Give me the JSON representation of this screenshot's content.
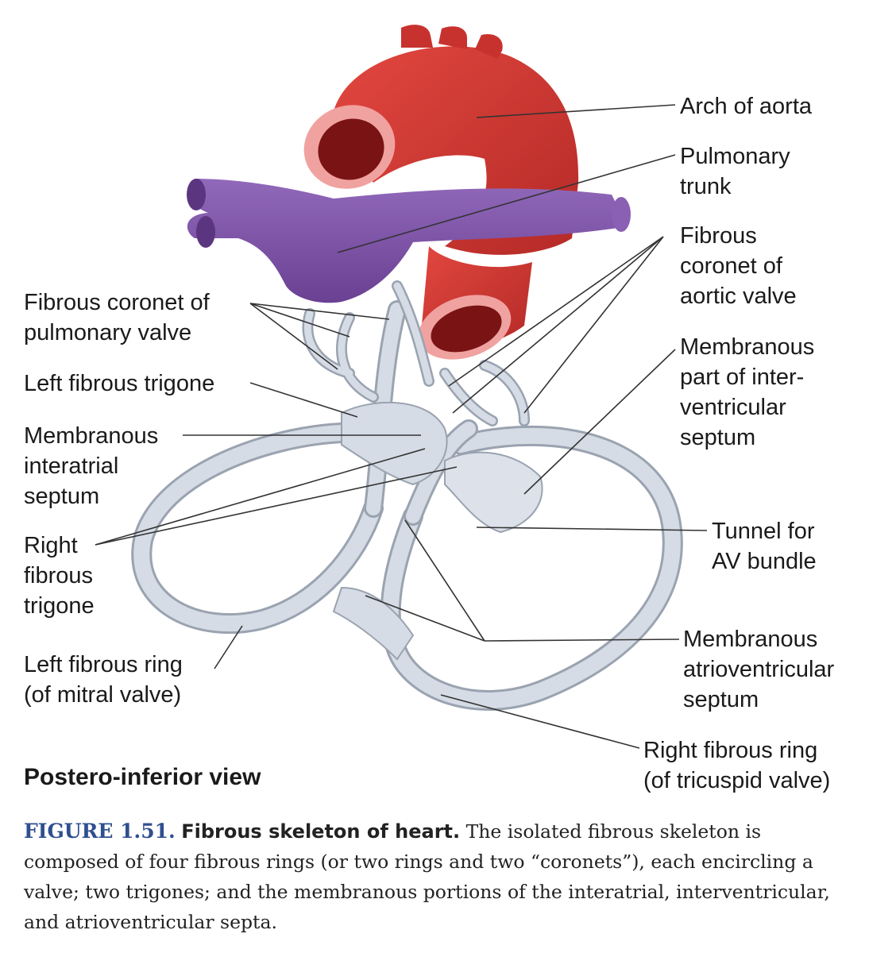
{
  "labels": {
    "arch_of_aorta": [
      "Arch of aorta"
    ],
    "pulmonary_trunk": [
      "Pulmonary",
      "trunk"
    ],
    "fibrous_coronet_aortic": [
      "Fibrous",
      "coronet of",
      "aortic valve"
    ],
    "fibrous_coronet_pulmonary": [
      "Fibrous coronet of",
      "pulmonary valve"
    ],
    "left_fibrous_trigone": [
      "Left fibrous trigone"
    ],
    "membranous_interatrial": [
      "Membranous",
      "interatrial",
      "septum"
    ],
    "membranous_interventricular": [
      "Membranous",
      "part of inter-",
      "ventricular",
      "septum"
    ],
    "right_fibrous_trigone": [
      "Right",
      "fibrous",
      "trigone"
    ],
    "tunnel_av_bundle": [
      "Tunnel for",
      "AV bundle"
    ],
    "left_fibrous_ring": [
      "Left fibrous ring",
      "(of mitral valve)"
    ],
    "membranous_atrioventricular": [
      "Membranous",
      "atrioventricular",
      "septum"
    ],
    "right_fibrous_ring": [
      "Right fibrous ring",
      "(of tricuspid valve)"
    ]
  },
  "view_title": "Postero-inferior view",
  "caption": {
    "figure_number": "FIGURE 1.51.",
    "figure_title": "Fibrous skeleton of heart.",
    "text": "The isolated fibrous skeleton is composed of four fibrous rings (or two rings and two “coronets”), each encircling a valve; two trigones; and the membranous portions of the interatrial, interventricular, and atrioventricular septa."
  },
  "colors": {
    "aorta": "#c8322e",
    "aorta_lumen": "#7a1414",
    "aorta_rim": "#f0a2a0",
    "pulmonary": "#7b4fa3",
    "skeleton": "#d6dce5",
    "skeleton_edge": "#9aa3b0",
    "figure_label": "#2f4f8f"
  }
}
